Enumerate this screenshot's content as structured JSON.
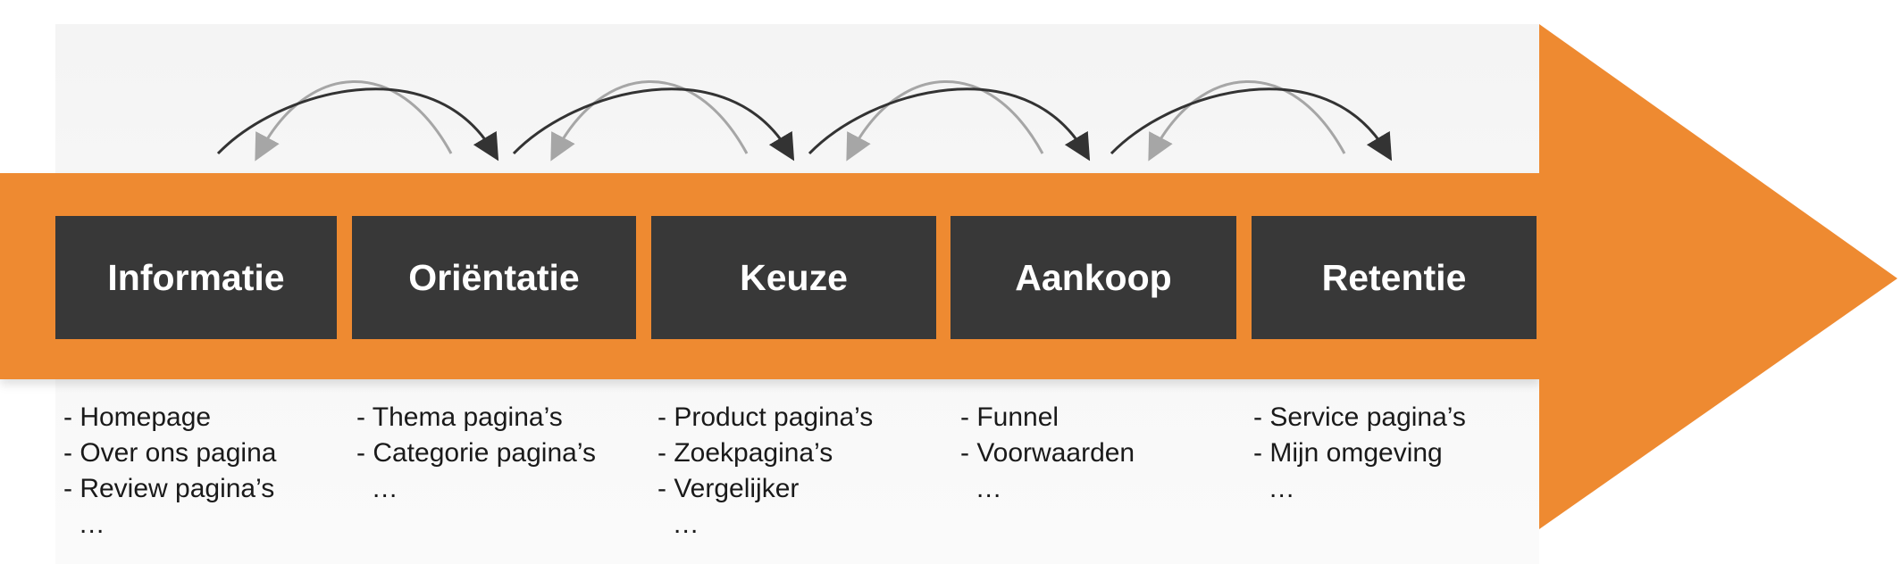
{
  "colors": {
    "orange": "#ee8a31",
    "box": "#383838",
    "arc_forward": "#333333",
    "arc_back": "#a6a6a6"
  },
  "stages": [
    {
      "title": "Informatie",
      "items": [
        "- Homepage",
        "- Over ons pagina",
        "- Review pagina’s",
        "  …"
      ]
    },
    {
      "title": "Oriëntatie",
      "items": [
        "- Thema pagina’s",
        "- Categorie pagina’s",
        "  …"
      ]
    },
    {
      "title": "Keuze",
      "items": [
        "- Product pagina’s",
        "- Zoekpagina’s",
        "- Vergelijker",
        "  …"
      ]
    },
    {
      "title": "Aankoop",
      "items": [
        "- Funnel",
        "- Voorwaarden",
        "  …"
      ]
    },
    {
      "title": "Retentie",
      "items": [
        "- Service pagina’s",
        "- Mijn omgeving",
        "  …"
      ]
    }
  ]
}
